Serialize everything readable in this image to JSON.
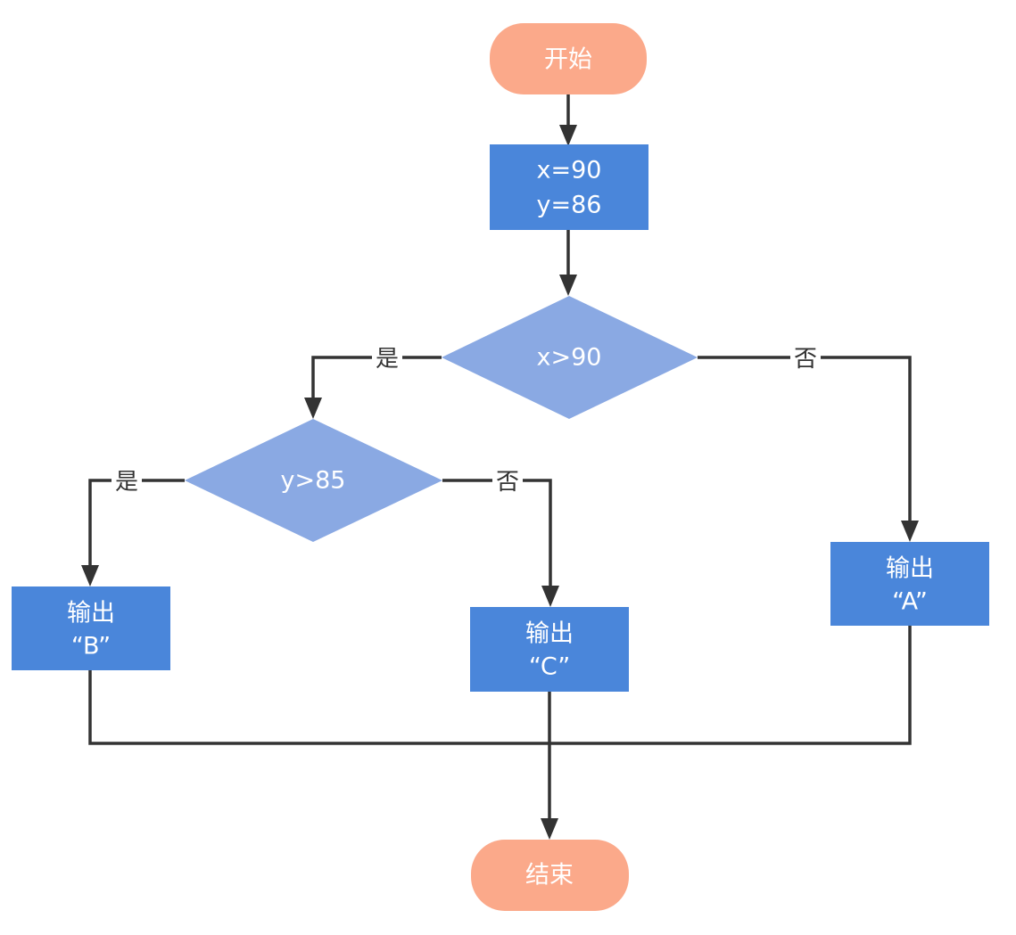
{
  "nodes": {
    "start": {
      "label": "开始"
    },
    "assign": {
      "line1": "x=90",
      "line2": "y=86"
    },
    "decision_x": {
      "label": "x>90"
    },
    "decision_y": {
      "label": "y>85"
    },
    "output_a": {
      "line1": "输出",
      "line2": "“A”"
    },
    "output_b": {
      "line1": "输出",
      "line2": "“B”"
    },
    "output_c": {
      "line1": "输出",
      "line2": "“C”"
    },
    "end": {
      "label": "结束"
    }
  },
  "edges": {
    "x_yes": "是",
    "x_no": "否",
    "y_yes": "是",
    "y_no": "否"
  },
  "colors": {
    "terminal": "#FBA98A",
    "process": "#4A86DA",
    "decision": "#8AA9E3",
    "line": "#333333"
  }
}
